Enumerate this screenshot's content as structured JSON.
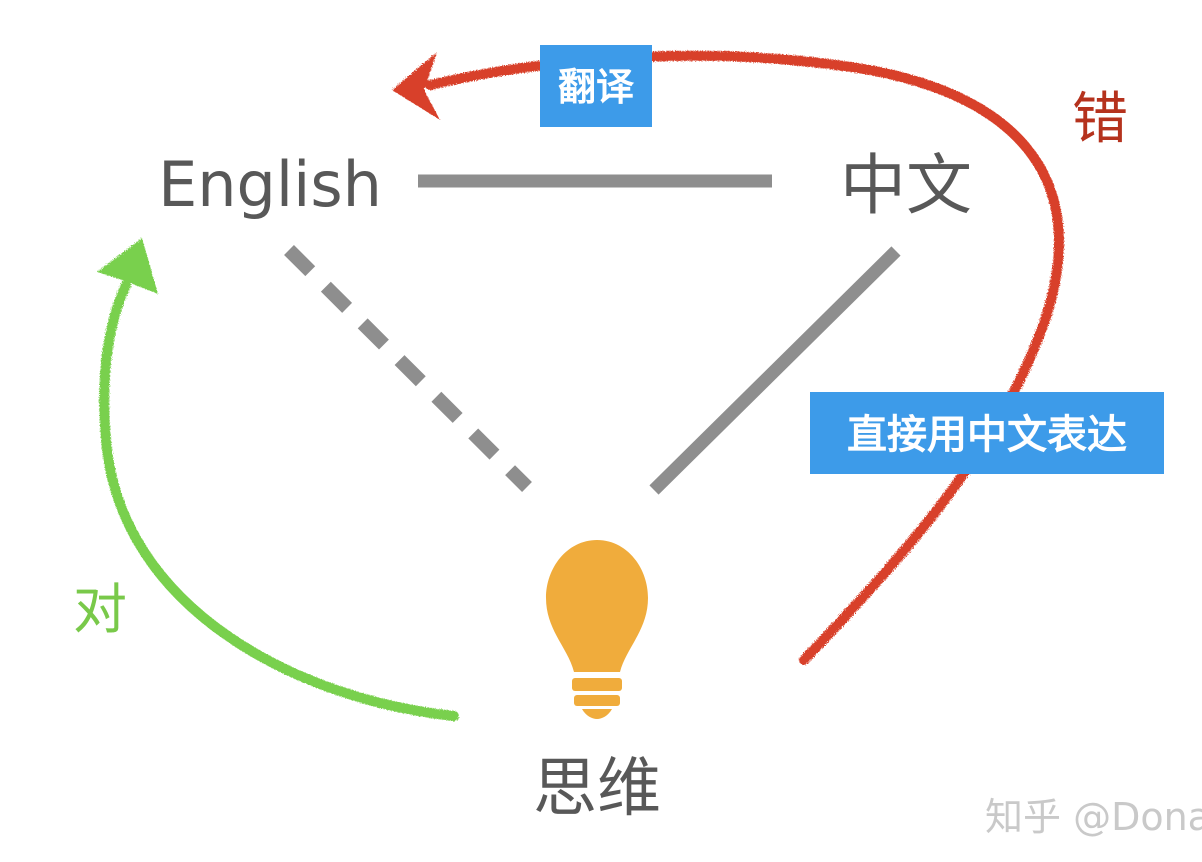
{
  "nodes": {
    "english": "English",
    "chinese": "中文",
    "thought": "思维"
  },
  "labels": {
    "translate": "翻译",
    "direct_chinese": "直接用中文表达",
    "wrong": "错",
    "right": "对"
  },
  "watermark": "知乎 @Dona",
  "colors": {
    "node_text": "#585858",
    "connector": "#8e8e8e",
    "red_arrow": "#d8412c",
    "wrong_text": "#b5321d",
    "green_arrow": "#79d04e",
    "right_text": "#79c94a",
    "label_box": "#3d9be9",
    "bulb": "#f0ac3c",
    "watermark": "#c9c9c9"
  },
  "icons": {
    "thought": "lightbulb-icon"
  }
}
